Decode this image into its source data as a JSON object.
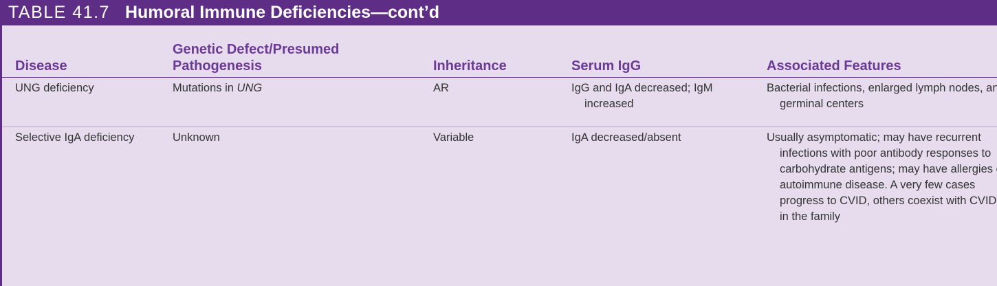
{
  "title": {
    "number": "TABLE 41.7",
    "text": "Humoral Immune Deficiencies—cont’d"
  },
  "columns": [
    {
      "line1": "",
      "line2": "Disease"
    },
    {
      "line1": "Genetic Defect/Presumed",
      "line2": "Pathogenesis"
    },
    {
      "line1": "",
      "line2": "Inheritance"
    },
    {
      "line1": "",
      "line2": "Serum IgG"
    },
    {
      "line1": "",
      "line2": "Associated Features"
    }
  ],
  "rows": [
    {
      "disease": "UNG deficiency",
      "defect_prefix": "Mutations in ",
      "defect_gene": "UNG",
      "inheritance": "AR",
      "serum": "IgG and IgA decreased; IgM increased",
      "features": "Bacterial infections, enlarged lymph nodes, and germinal centers"
    },
    {
      "disease": "Selective IgA deficiency",
      "defect_prefix": "Unknown",
      "defect_gene": "",
      "inheritance": "Variable",
      "serum": "IgA decreased/absent",
      "features": "Usually asymptomatic; may have recurrent infections with poor antibody responses to carbohydrate antigens; may have allergies or autoimmune disease. A very few cases progress to CVID, others coexist with CVID in the family"
    }
  ]
}
